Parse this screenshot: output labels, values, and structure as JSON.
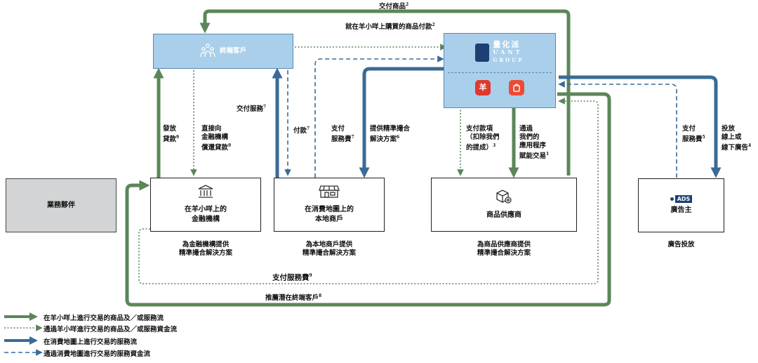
{
  "nodes": {
    "end_customer": "終端客戶",
    "business_partner": "業務夥伴",
    "financial_institution": "在羊小咩上的\n金融機構",
    "local_merchant": "在消費地圖上的\n本地商戶",
    "supplier": "商品供應商",
    "advertiser": "廣告主",
    "logo_cn": "量化派",
    "logo_en_line1": "UANT",
    "logo_en_line2": "GROUP",
    "ads_badge": "ADS"
  },
  "captions": {
    "financial_institution": "為金融機構提供\n精準撮合解決方案",
    "local_merchant": "為本地商戶提供\n精準撮合解決方案",
    "supplier": "為商品供應商提供\n精準撮合解決方案",
    "advertiser": "廣告投放"
  },
  "flow_labels": {
    "deliver_goods": {
      "text": "交付商品",
      "note": "2"
    },
    "pay_goods": {
      "text": "就在羊小咩上購買的商品付款",
      "note": "2"
    },
    "issue_loan": {
      "text": "發放\n貸款",
      "note": "9"
    },
    "repay_loan": {
      "text": "直接向\n金融機構\n償還貸款",
      "note": "9"
    },
    "deliver_service": {
      "text": "交付服務",
      "note": "7"
    },
    "payment": {
      "text": "付款",
      "note": "7"
    },
    "pay_service_fee_merchant": {
      "text": "支付\n服務費",
      "note": "7"
    },
    "provide_matching": {
      "text": "提供精準撮合\n解決方案",
      "note": "6"
    },
    "pay_amount": {
      "text": "支付款項\n（扣除我們\n的提成）",
      "note": "3"
    },
    "empower_trade": {
      "text": "通過\n我們的\n應用程序\n賦能交易",
      "note": "1"
    },
    "pay_service_fee_adv": {
      "text": "支付\n服務費",
      "note": "5"
    },
    "place_ads": {
      "text": "投放\n線上或\n線下廣告",
      "note": "4"
    },
    "pay_service_fee_bottom": {
      "text": "支付服務費",
      "note": "9"
    },
    "recommend_customers": {
      "text": "推薦潛在終端客戶",
      "note": "8"
    }
  },
  "legend": [
    {
      "style": "green-solid",
      "text": "在羊小咩上進行交易的商品及／或服務流"
    },
    {
      "style": "green-dotted",
      "text": "通過羊小咩進行交易的商品及／或服務資金流"
    },
    {
      "style": "blue-solid",
      "text": "在消費地圖上進行交易的服務流"
    },
    {
      "style": "blue-dashed",
      "text": "通過消費地圖進行交易的服務資金流"
    }
  ],
  "colors": {
    "green": "#5b8659",
    "blue": "#3a6b96",
    "box_blue": "#a9cfea",
    "box_grey": "#d3d4d5"
  },
  "icons": [
    "people-icon",
    "bank-icon",
    "shop-icon",
    "box-gear-icon",
    "ads-icon",
    "yangxiaomie-app-icon",
    "consumption-map-app-icon"
  ]
}
